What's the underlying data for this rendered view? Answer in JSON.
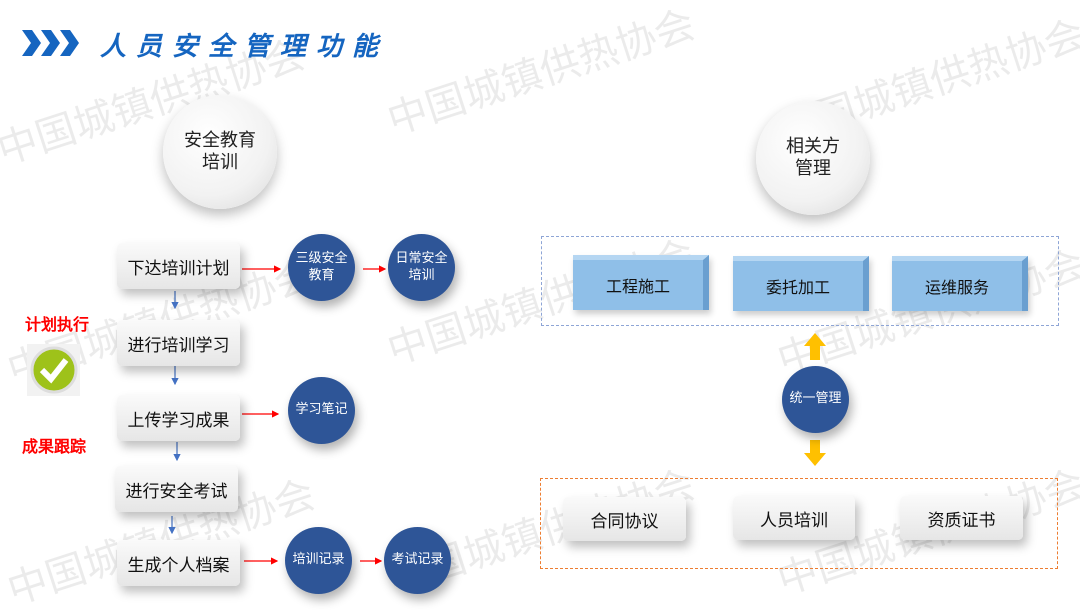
{
  "title": "人员安全管理功能",
  "watermark": "中国城镇供热协会",
  "left": {
    "main_circle": [
      "安全教育",
      "培训"
    ],
    "steps": [
      "下达培训计划",
      "进行培训学习",
      "上传学习成果",
      "进行安全考试",
      "生成个人档案"
    ],
    "side_labels": {
      "plan": "计划执行",
      "track": "成果跟踪"
    },
    "outputs": {
      "s1a": [
        "三级安全",
        "教育"
      ],
      "s1b": [
        "日常安全",
        "培训"
      ],
      "s3": "学习笔记",
      "s5a": "培训记录",
      "s5b": "考试记录"
    }
  },
  "right": {
    "main_circle": [
      "相关方",
      "管理"
    ],
    "top_boxes": [
      "工程施工",
      "委托加工",
      "运维服务"
    ],
    "center": "统一管理",
    "bottom_boxes": [
      "合同协议",
      "人员培训",
      "资质证书"
    ]
  },
  "colors": {
    "accent": "#1565c0",
    "node": "#2e5597",
    "red": "#ff0000",
    "arrow": "#ffc000"
  }
}
